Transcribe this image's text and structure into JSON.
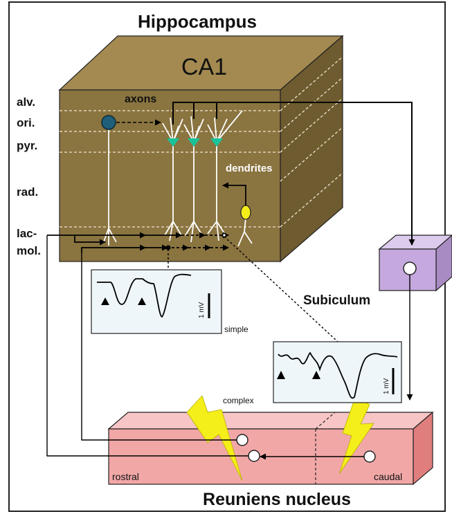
{
  "title_top": "Hippocampus",
  "region_label": "CA1",
  "layers": [
    "alv.",
    "ori.",
    "pyr.",
    "rad.",
    "lac-",
    "mol."
  ],
  "labels": {
    "axons": "axons",
    "dendrites": "dendrites",
    "subiculum": "Subiculum",
    "title_bottom": "Reuniens nucleus",
    "rostral": "rostral",
    "caudal": "caudal"
  },
  "traces": {
    "simple": {
      "caption": "simple",
      "scale": "1 mV"
    },
    "complex": {
      "caption": "complex",
      "scale": "1 mV"
    }
  },
  "colors": {
    "ca1_front": "#8a7440",
    "ca1_top": "#a48a50",
    "ca1_side": "#6e5b30",
    "subiculum": "#c5a8dd",
    "reuniens_front": "#f2a7a7",
    "reuniens_top": "#f7c5c5",
    "reuniens_side": "#e07d7d",
    "interneuron": "#1f5f7a",
    "soma_green": "#19c39a",
    "lightning": "#f4ee1a",
    "trace_box": "#eef6fa"
  }
}
